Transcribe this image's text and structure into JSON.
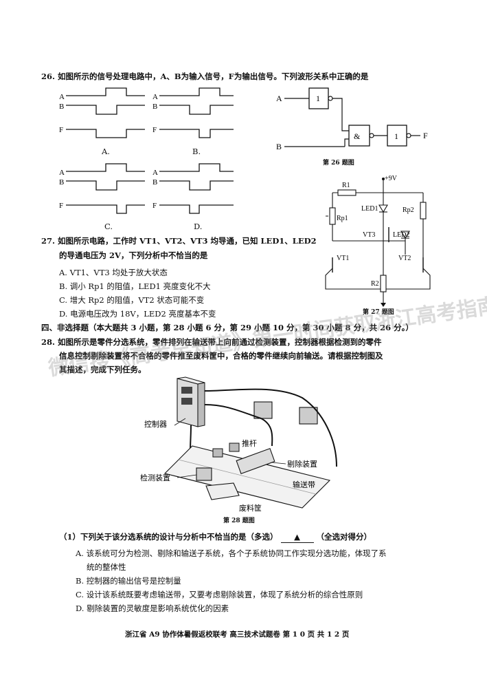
{
  "q26": {
    "stem": "26. 如图所示的信号处理电路中，A、B为输入信号，F为输出信号。下列波形关系中正确的是",
    "wave_labels": {
      "A": "A",
      "B": "B",
      "F": "F"
    },
    "options": [
      "A.",
      "B.",
      "C.",
      "D."
    ],
    "circuit": {
      "A": "A",
      "B": "B",
      "F": "F",
      "not1": "1",
      "and": "&",
      "not2": "1"
    },
    "caption": "第 26 题图"
  },
  "q27": {
    "stem_line1": "27. 如图所示电路，工作时 VT1、VT2、VT3 均导通，已知 LED1、LED2",
    "stem_line2": "的导通电压为 2V，下列分析中不恰当的是",
    "options": [
      "A. VT1、VT3 均处于放大状态",
      "B. 调小 Rp1 的阻值，LED1 亮度变化不大",
      "C. 增大 Rp2 的阻值，VT2 状态可能不变",
      "D. 电源电压改为 18V，LED2 亮度基本不变"
    ],
    "circuit": {
      "vcc": "+9V",
      "r1": "R1",
      "led1": "LED1",
      "rp2": "Rp2",
      "rp1": "Rp1",
      "vt3": "VT3",
      "led2": "LED2",
      "vt1": "VT1",
      "vt2": "VT2",
      "r2": "R2"
    },
    "caption": "第 27 题图"
  },
  "section4": "四、非选择题（本大题共 3 小题，第 28 小题 6 分，第 29 小题 10 分，第 30 小题 8 分，共 26 分。）",
  "q28": {
    "stem_line1": "28. 如图所示是零件分选系统，零件排列在输送带上向前通过检测装置，控制器根据检测到的零件",
    "stem_line2": "信息控制剔除装置将不合格的零件推至废料筐中，合格的零件继续向前输送。请根据控制图及",
    "stem_line3": "其描述，完成下列任务。",
    "figure": {
      "controller": "控制器",
      "pusher": "推杆",
      "reject": "剔除装置",
      "detector": "检测装置",
      "belt": "输送带",
      "bin": "废料筐"
    },
    "caption": "第 28 题图",
    "sub1": "（1）下列关于该分选系统的设计与分析中不恰当的是（多选）",
    "blank_mark": "▲",
    "sub1_tail": "（全选对得分）",
    "sub_options": [
      "A. 该系统可分为检测、剔除和输送子系统，各个子系统协同工作实现分选功能，体现了系",
      "统的整体性",
      "B. 控制器的输出信号是控制量",
      "C. 设计该系统既要考虑输送带，又要考虑剔除装置，体现了系统分析的综合性原则",
      "D. 剔除装置的灵敏度是影响系统优化的因素"
    ]
  },
  "watermark": "微信搜《高考早知道》第一时间获取浙江高考指南 | 猎学网",
  "footer": "浙江省 A9 协作体暑假返校联考  高三技术试题卷  第 1 0 页  共 1 2 页"
}
